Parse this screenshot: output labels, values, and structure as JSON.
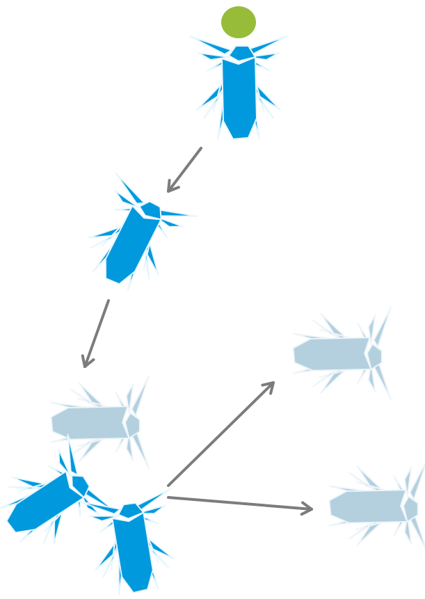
{
  "colors": {
    "active_insect": "#0099dd",
    "active_outline": "#e8f6fd",
    "faded_insect": "#b4d0df",
    "faded_outline": "#eef5f9",
    "marker_dot": "#97bc3a",
    "arrow": "#7c7c7c"
  },
  "insects": [
    {
      "id": "insect-top",
      "state": "active",
      "heading": "up",
      "has_marker": true
    },
    {
      "id": "insect-middle",
      "state": "active",
      "heading": "up-right",
      "has_marker": false
    },
    {
      "id": "insect-faded-left",
      "state": "faded",
      "heading": "right",
      "has_marker": false
    },
    {
      "id": "insect-cluster-left",
      "state": "active",
      "heading": "up-right",
      "has_marker": false
    },
    {
      "id": "insect-cluster-right",
      "state": "active",
      "heading": "up",
      "has_marker": false
    },
    {
      "id": "insect-faded-upper-right",
      "state": "faded",
      "heading": "right",
      "has_marker": false
    },
    {
      "id": "insect-faded-lower-right",
      "state": "faded",
      "heading": "right",
      "has_marker": false
    }
  ],
  "arrows": [
    {
      "id": "arrow-top-to-middle",
      "from": "insect-top",
      "to": "insect-middle"
    },
    {
      "id": "arrow-middle-to-cluster",
      "from": "insect-middle",
      "to": "insect-faded-left"
    },
    {
      "id": "arrow-cluster-to-upper-right",
      "from": "insect-cluster-right",
      "to": "insect-faded-upper-right"
    },
    {
      "id": "arrow-cluster-to-lower-right",
      "from": "insect-cluster-right",
      "to": "insect-faded-lower-right"
    }
  ]
}
